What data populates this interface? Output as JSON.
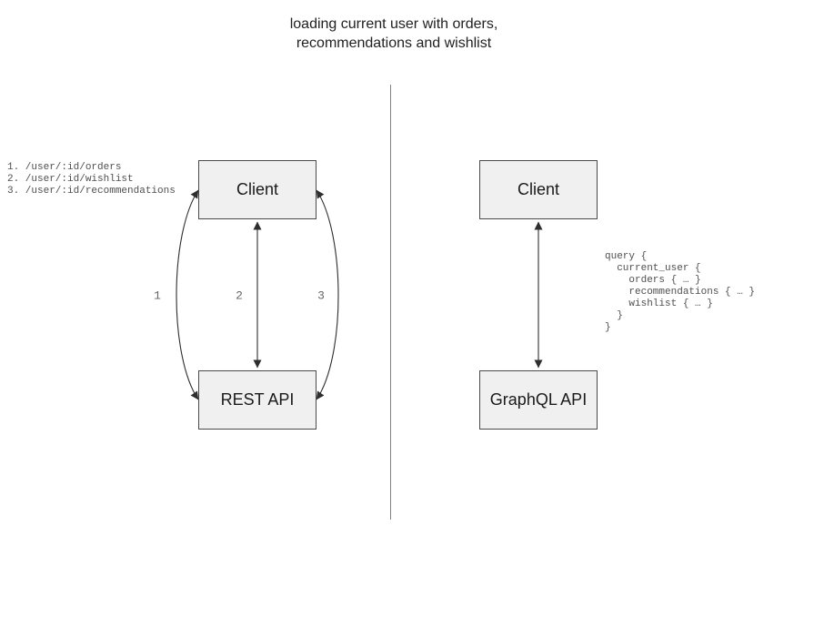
{
  "title": {
    "line1": "loading current user with orders,",
    "line2": "recommendations and wishlist"
  },
  "left_diagram": {
    "endpoints": [
      "1. /user/:id/orders",
      "2. /user/:id/wishlist",
      "3. /user/:id/recommendations"
    ],
    "client_label": "Client",
    "api_label": "REST API",
    "arrow_labels": [
      "1",
      "2",
      "3"
    ]
  },
  "right_diagram": {
    "client_label": "Client",
    "api_label": "GraphQL API",
    "query_lines": [
      "query {",
      "  current_user {",
      "    orders { … }",
      "    recommendations { … }",
      "    wishlist { … }",
      "  }",
      "}"
    ]
  },
  "colors": {
    "box_fill": "#f0f0f0",
    "box_border": "#4a4a4a",
    "arrow": "#2e2e2e",
    "code_text": "#4f4f4f",
    "title_text": "#212121",
    "divider": "#808080"
  }
}
